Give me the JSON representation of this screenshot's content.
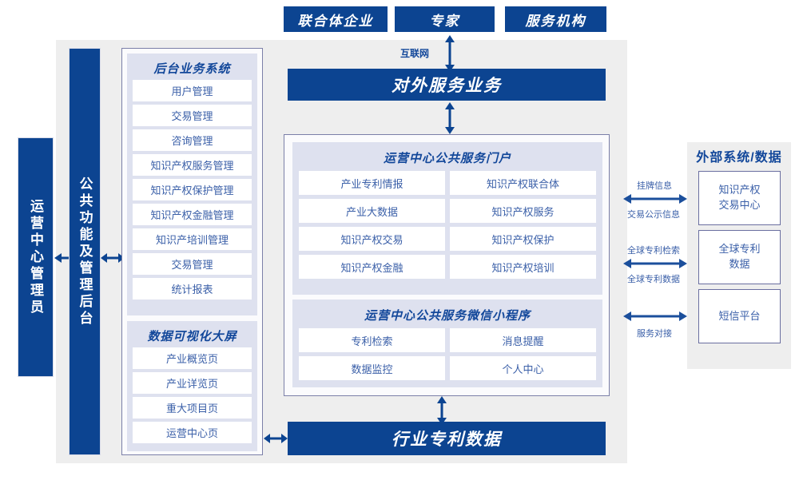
{
  "colors": {
    "brand_blue": "#0c4491",
    "text_blue": "#3a5fa8",
    "canvas_gray": "#eeeeee",
    "card_lavender": "#dee1ef",
    "panel_border": "#7b7fa8"
  },
  "top_actors": [
    {
      "label": "联合体企业"
    },
    {
      "label": "专家"
    },
    {
      "label": "服务机构"
    }
  ],
  "connectors": {
    "internet_label": "互联网"
  },
  "external_service_bar": {
    "label": "对外服务业务"
  },
  "industry_data_bar": {
    "label": "行业专利数据"
  },
  "left_roles": [
    {
      "label": "运营中心管理员"
    },
    {
      "label": "公共功能及管理后台"
    }
  ],
  "admin_panel": {
    "groups": [
      {
        "title": "后台业务系统",
        "items": [
          {
            "label": "用户管理"
          },
          {
            "label": "交易管理"
          },
          {
            "label": "咨询管理"
          },
          {
            "label": "知识产权服务管理"
          },
          {
            "label": "知识产权保护管理"
          },
          {
            "label": "知识产权金融管理"
          },
          {
            "label": "知识产培训管理"
          },
          {
            "label": "交易管理"
          },
          {
            "label": "统计报表"
          }
        ]
      },
      {
        "title": "数据可视化大屏",
        "items": [
          {
            "label": "产业概览页"
          },
          {
            "label": "产业详览页"
          },
          {
            "label": "重大项目页"
          },
          {
            "label": "运营中心页"
          }
        ]
      }
    ]
  },
  "portal_panel": {
    "groups": [
      {
        "title": "运营中心公共服务门户",
        "items": [
          {
            "label": "产业专利情报"
          },
          {
            "label": "知识产权联合体"
          },
          {
            "label": "产业大数据"
          },
          {
            "label": "知识产权服务"
          },
          {
            "label": "知识产权交易"
          },
          {
            "label": "知识产权保护"
          },
          {
            "label": "知识产权金融"
          },
          {
            "label": "知识产权培训"
          }
        ]
      },
      {
        "title": "运营中心公共服务微信小程序",
        "items": [
          {
            "label": "专利检索"
          },
          {
            "label": "消息提醒"
          },
          {
            "label": "数据监控"
          },
          {
            "label": "个人中心"
          }
        ]
      }
    ]
  },
  "external_column": {
    "title": "外部系统/数据",
    "systems": [
      {
        "label": "知识产权\n交易中心",
        "line1": "知识产权",
        "line2": "交易中心"
      },
      {
        "label": "全球专利\n数据",
        "line1": "全球专利",
        "line2": "数据"
      },
      {
        "label": "短信平台",
        "line1": "短信平台",
        "line2": ""
      }
    ],
    "link_labels": [
      {
        "above": "挂牌信息",
        "below": "交易公示信息"
      },
      {
        "above": "全球专利检索",
        "below": "全球专利数据"
      },
      {
        "above": "",
        "below": "服务对接"
      }
    ]
  }
}
